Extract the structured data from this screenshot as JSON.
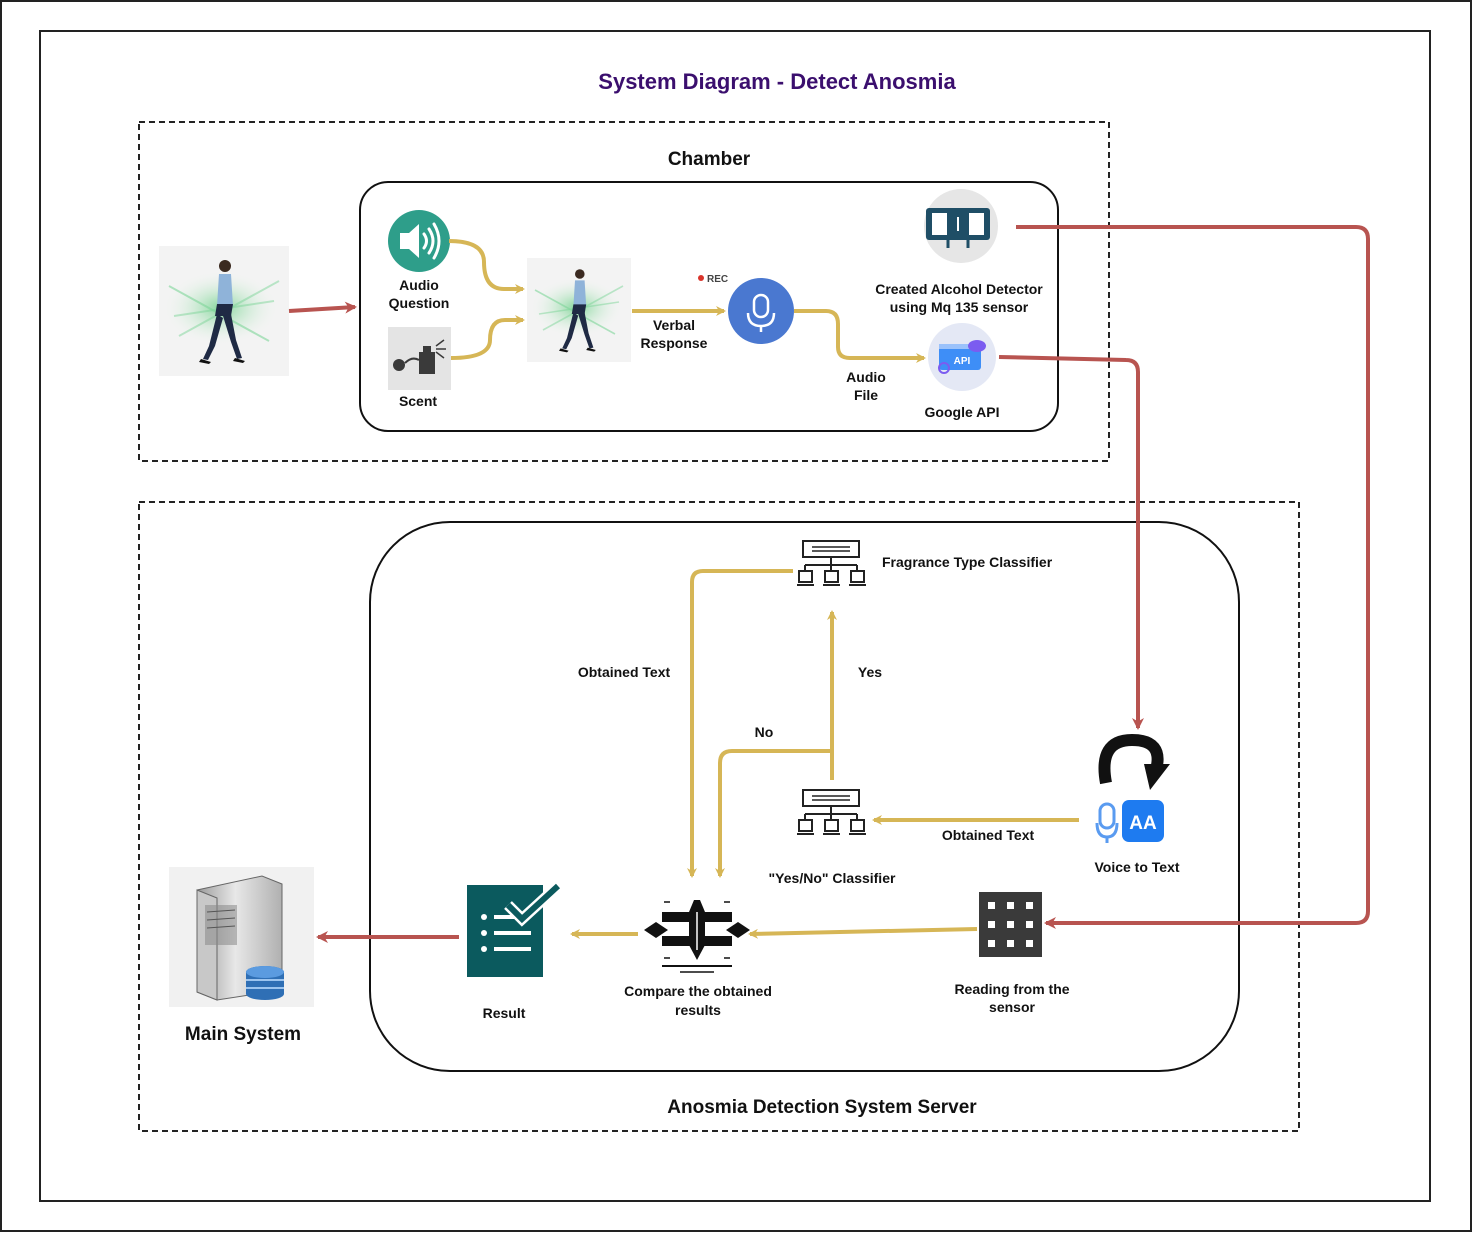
{
  "diagram": {
    "title": "System Diagram - Detect Anosmia",
    "colors": {
      "gold_arrow": "#d6b656",
      "red_arrow": "#b85450",
      "title": "#3b0f6e",
      "teal_icon": "#2e9e8a",
      "mic_blue": "#4a78d0",
      "result_teal": "#0b5a5e",
      "voice_blue": "#1e7bf0"
    },
    "chamber": {
      "title": "Chamber",
      "audio_question": {
        "label_line1": "Audio",
        "label_line2": "Question",
        "icon": "speaker-icon"
      },
      "scent": {
        "label": "Scent",
        "icon": "perfume-bottle-icon"
      },
      "person_left": {
        "icon": "walking-person-image"
      },
      "person_center": {
        "icon": "walking-person-image"
      },
      "verbal_response": {
        "line1": "Verbal",
        "line2": "Response"
      },
      "rec_badge": "REC",
      "microphone": {
        "icon": "microphone-icon"
      },
      "audio_file": {
        "line1": "Audio",
        "line2": "File"
      },
      "alcohol_detector": {
        "line1": "Created Alcohol Detector",
        "line2": "using Mq 135 sensor",
        "icon": "sensor-device-icon"
      },
      "google_api": {
        "label": "Google API",
        "badge": "API",
        "icon": "api-cloud-icon"
      }
    },
    "server": {
      "title": "Anosmia Detection System Server",
      "fragrance_classifier": {
        "label": "Fragrance Type Classifier",
        "icon": "hierarchy-icon"
      },
      "yes_no_classifier": {
        "label": "\"Yes/No\" Classifier",
        "icon": "hierarchy-icon"
      },
      "obtained_text_left": "Obtained Text",
      "obtained_text_right": "Obtained Text",
      "yes": "Yes",
      "no": "No",
      "voice_to_text": {
        "label": "Voice to Text",
        "icon": "voice-to-text-icon",
        "badge": "AA"
      },
      "compare": {
        "line1": "Compare the obtained",
        "line2": "results",
        "icon": "compare-pen-icon"
      },
      "result": {
        "label": "Result",
        "icon": "checklist-icon"
      },
      "reading_sensor": {
        "line1": "Reading from the",
        "line2": "sensor",
        "icon": "sensor-grid-icon"
      }
    },
    "main_system": {
      "label": "Main System",
      "icon": "server-database-icon"
    }
  }
}
